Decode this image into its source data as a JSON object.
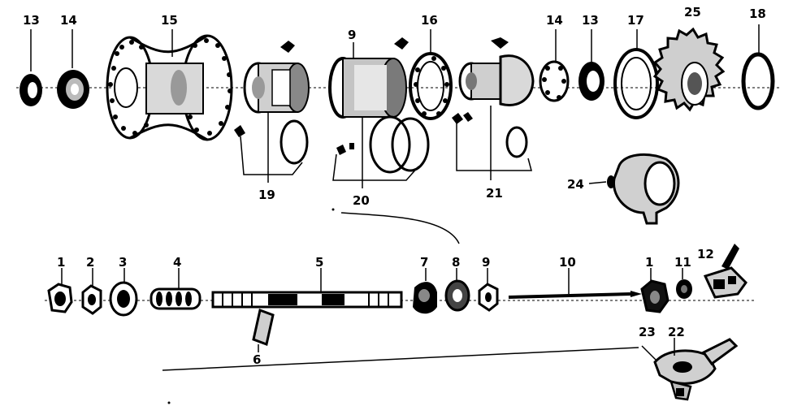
{
  "callouts": {
    "top_row": [
      {
        "key": "n13a",
        "text": "13"
      },
      {
        "key": "n14a",
        "text": "14"
      },
      {
        "key": "n15",
        "text": "15"
      },
      {
        "key": "n19",
        "text": "19"
      },
      {
        "key": "n9a",
        "text": "9"
      },
      {
        "key": "n20",
        "text": "20"
      },
      {
        "key": "n16",
        "text": "16"
      },
      {
        "key": "n21",
        "text": "21"
      },
      {
        "key": "n14b",
        "text": "14"
      },
      {
        "key": "n13b",
        "text": "13"
      },
      {
        "key": "n17",
        "text": "17"
      },
      {
        "key": "n25",
        "text": "25"
      },
      {
        "key": "n18",
        "text": "18"
      },
      {
        "key": "n24",
        "text": "24"
      }
    ],
    "bottom_row": [
      {
        "key": "n1a",
        "text": "1"
      },
      {
        "key": "n2",
        "text": "2"
      },
      {
        "key": "n3",
        "text": "3"
      },
      {
        "key": "n4",
        "text": "4"
      },
      {
        "key": "n5",
        "text": "5"
      },
      {
        "key": "n6",
        "text": "6"
      },
      {
        "key": "n7",
        "text": "7"
      },
      {
        "key": "n8",
        "text": "8"
      },
      {
        "key": "n9b",
        "text": "9"
      },
      {
        "key": "n10",
        "text": "10"
      },
      {
        "key": "n1b",
        "text": "1"
      },
      {
        "key": "n11",
        "text": "11"
      },
      {
        "key": "n12",
        "text": "12"
      },
      {
        "key": "n23",
        "text": "23"
      },
      {
        "key": "n22",
        "text": "22"
      }
    ]
  },
  "colors": {
    "ink": "#000000",
    "paper": "#ffffff",
    "mid": "#777777",
    "light": "#cfcfcf"
  }
}
